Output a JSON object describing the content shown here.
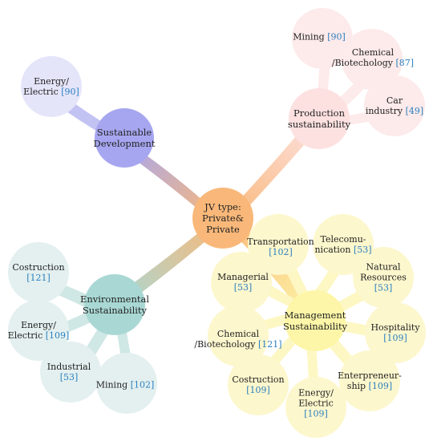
{
  "center": {
    "line1": "JV type:",
    "line2": "Private&",
    "line3": "Private"
  },
  "colors": {
    "center": "#f9b879",
    "sustainable_development": "#a6a6f0",
    "production_sustainability": "#fde1e1",
    "environmental_sustainability": "#a9d8d4",
    "management_sustainability": "#fdf6a8",
    "reference": "#2a7fc0"
  },
  "branches": {
    "sustainable_development": {
      "title": {
        "line1": "Sustainable",
        "line2": "Development"
      },
      "leaves": [
        {
          "line1": "Energy/",
          "line2": "Electric",
          "ref": "[90]"
        }
      ]
    },
    "production_sustainability": {
      "title": {
        "line1": "Production",
        "line2": "sustainability"
      },
      "leaves": [
        {
          "line1": "Mining",
          "ref": "[90]"
        },
        {
          "line1": "Chemical",
          "line2": "/Biotechology",
          "ref": "[87]"
        },
        {
          "line1": "Car",
          "line2": "industry",
          "ref": "[49]"
        }
      ]
    },
    "environmental_sustainability": {
      "title": {
        "line1": "Environmental",
        "line2": "Sustainability"
      },
      "leaves": [
        {
          "line1": "Costruction",
          "ref": "[121]"
        },
        {
          "line1": "Energy/",
          "line2": "Electric",
          "ref": "[109]"
        },
        {
          "line1": "Industrial",
          "ref": "[53]"
        },
        {
          "line1": "Mining",
          "ref": "[102]"
        }
      ]
    },
    "management_sustainability": {
      "title": {
        "line1": "Management",
        "line2": "Sustainability"
      },
      "leaves": [
        {
          "line1": "Transportation",
          "ref": "[102]"
        },
        {
          "line1": "Telecomu-",
          "line2": "nication",
          "ref": "[53]"
        },
        {
          "line1": "Natural",
          "line2": "Resources",
          "ref": "[53]"
        },
        {
          "line1": "Hospitality",
          "ref": "[109]"
        },
        {
          "line1": "Enterpreneur-",
          "line2": "ship",
          "ref": "[109]"
        },
        {
          "line1": "Energy/",
          "line2": "Electric",
          "ref": "[109]"
        },
        {
          "line1": "Costruction",
          "ref": "[109]"
        },
        {
          "line1": "Chemical",
          "line2": "/Biotechology",
          "ref": "[121]"
        },
        {
          "line1": "Managerial",
          "ref": "[53]"
        }
      ]
    }
  }
}
